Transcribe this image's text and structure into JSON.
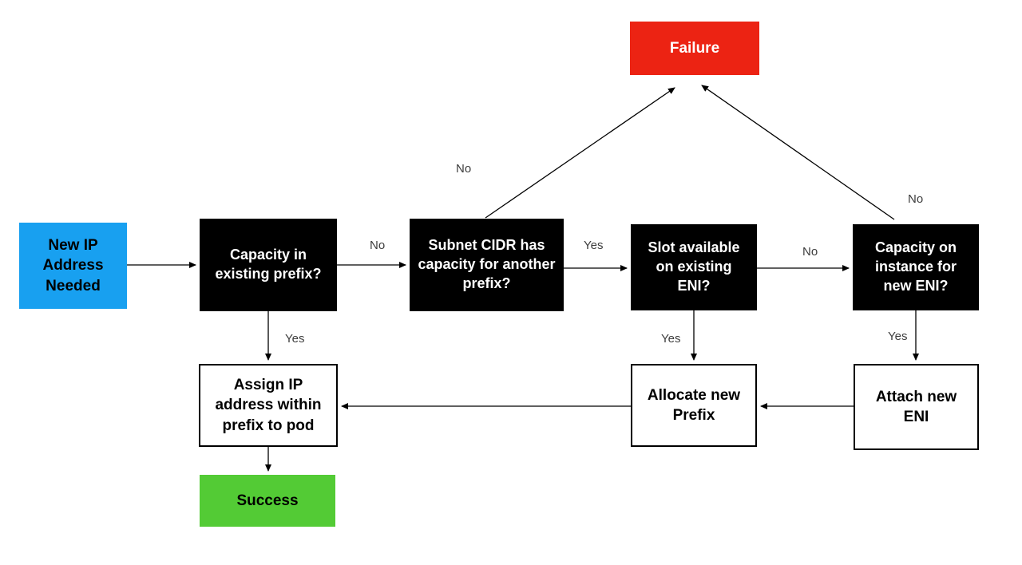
{
  "diagram": {
    "nodes": {
      "start": {
        "label": "New IP Address Needed",
        "bg": "#18a0f0",
        "fg": "#000000"
      },
      "capacity_prefix": {
        "label": "Capacity in existing prefix?",
        "bg": "#000000",
        "fg": "#ffffff"
      },
      "subnet_cidr": {
        "label": "Subnet CIDR has capacity for another prefix?",
        "bg": "#000000",
        "fg": "#ffffff"
      },
      "slot_eni": {
        "label": "Slot available on existing ENI?",
        "bg": "#000000",
        "fg": "#ffffff"
      },
      "capacity_eni": {
        "label": "Capacity on instance for new ENI?",
        "bg": "#000000",
        "fg": "#ffffff"
      },
      "failure": {
        "label": "Failure",
        "bg": "#ec2313",
        "fg": "#ffffff"
      },
      "assign_ip": {
        "label": "Assign IP address within prefix to pod",
        "bg": "#ffffff",
        "fg": "#000000"
      },
      "allocate_prefix": {
        "label": "Allocate new Prefix",
        "bg": "#ffffff",
        "fg": "#000000"
      },
      "attach_eni": {
        "label": "Attach new ENI",
        "bg": "#ffffff",
        "fg": "#000000"
      },
      "success": {
        "label": "Success",
        "bg": "#53cb35",
        "fg": "#000000"
      }
    },
    "edge_labels": {
      "capacity_no": "No",
      "subnet_yes": "Yes",
      "slot_no": "No",
      "subnet_no": "No",
      "eni_no": "No",
      "capacity_yes": "Yes",
      "slot_yes": "Yes",
      "eni_yes": "Yes"
    },
    "edge_color": "#000000"
  }
}
